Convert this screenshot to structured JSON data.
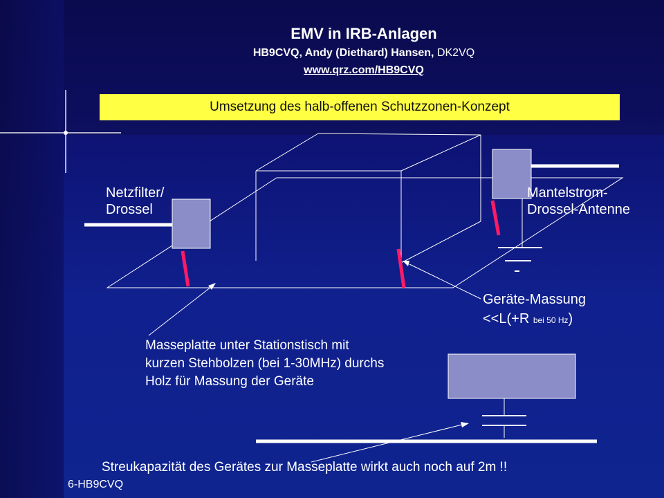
{
  "title": "EMV in IRB-Anlagen",
  "author": {
    "name": "HB9CVQ, Andy (Diethard) Hansen,",
    "call": "DK2VQ"
  },
  "url": "www.qrz.com/HB9CVQ",
  "banner": "Umsetzung des halb-offenen Schutzzonen-Konzept",
  "labels": {
    "netzfilter_1": "Netzfilter/",
    "netzfilter_2": "Drossel",
    "mantel_1": "Mantelstrom-",
    "mantel_2": "Drossel-Antenne",
    "masse_1": "Geräte-Massung",
    "masse_2_pre": "<<L(+R ",
    "masse_2_small": "bei 50 Hz",
    "masse_2_post": ")",
    "platte_1": "Masseplatte unter Stationstisch mit",
    "platte_2": "kurzen Stehbolzen (bei 1-30MHz) durchs",
    "platte_3": "Holz für Massung der Geräte",
    "streu": "Streukapazität des Gerätes zur Masseplatte wirkt auch noch auf 2m !!"
  },
  "footer": "6-HB9CVQ",
  "colors": {
    "banner": "#ffff44",
    "box": "#8b8dc8",
    "strap": "#ff1a66"
  }
}
